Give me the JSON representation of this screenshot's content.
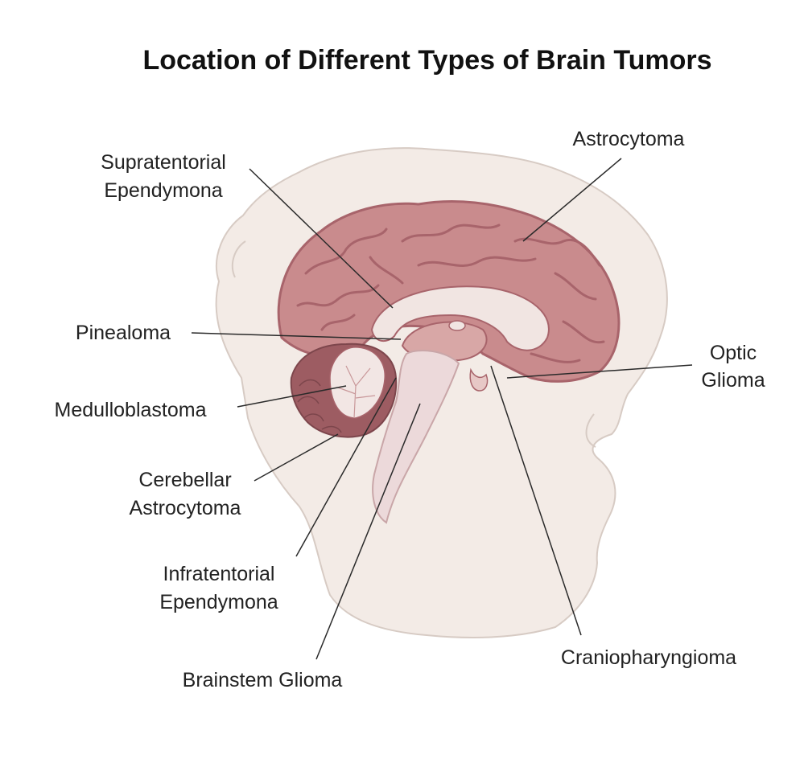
{
  "title": "Location of Different Types of Brain Tumors",
  "labels": {
    "astrocytoma": "Astrocytoma",
    "supratentorial": [
      "Supratentorial",
      "Ependymona"
    ],
    "pinealoma": "Pinealoma",
    "optic_glioma": [
      "Optic",
      "Glioma"
    ],
    "medulloblastoma": "Medulloblastoma",
    "cerebellar_astrocytoma": [
      "Cerebellar",
      "Astrocytoma"
    ],
    "infratentorial": [
      "Infratentorial",
      "Ependymona"
    ],
    "brainstem_glioma": "Brainstem Glioma",
    "craniopharyngioma": "Craniopharyngioma"
  },
  "colors": {
    "head_fill": "#f3ebe6",
    "head_outline": "#d7cbc4",
    "cerebrum_fill": "#c98b8d",
    "cerebrum_dark": "#a8646b",
    "corpus_callosum": "#f1e5e2",
    "cerebellum": "#9d5c62",
    "arbor_vitae": "#f2e6e4",
    "brainstem": "#ecd9da",
    "leader_line": "#2a2a2a"
  }
}
